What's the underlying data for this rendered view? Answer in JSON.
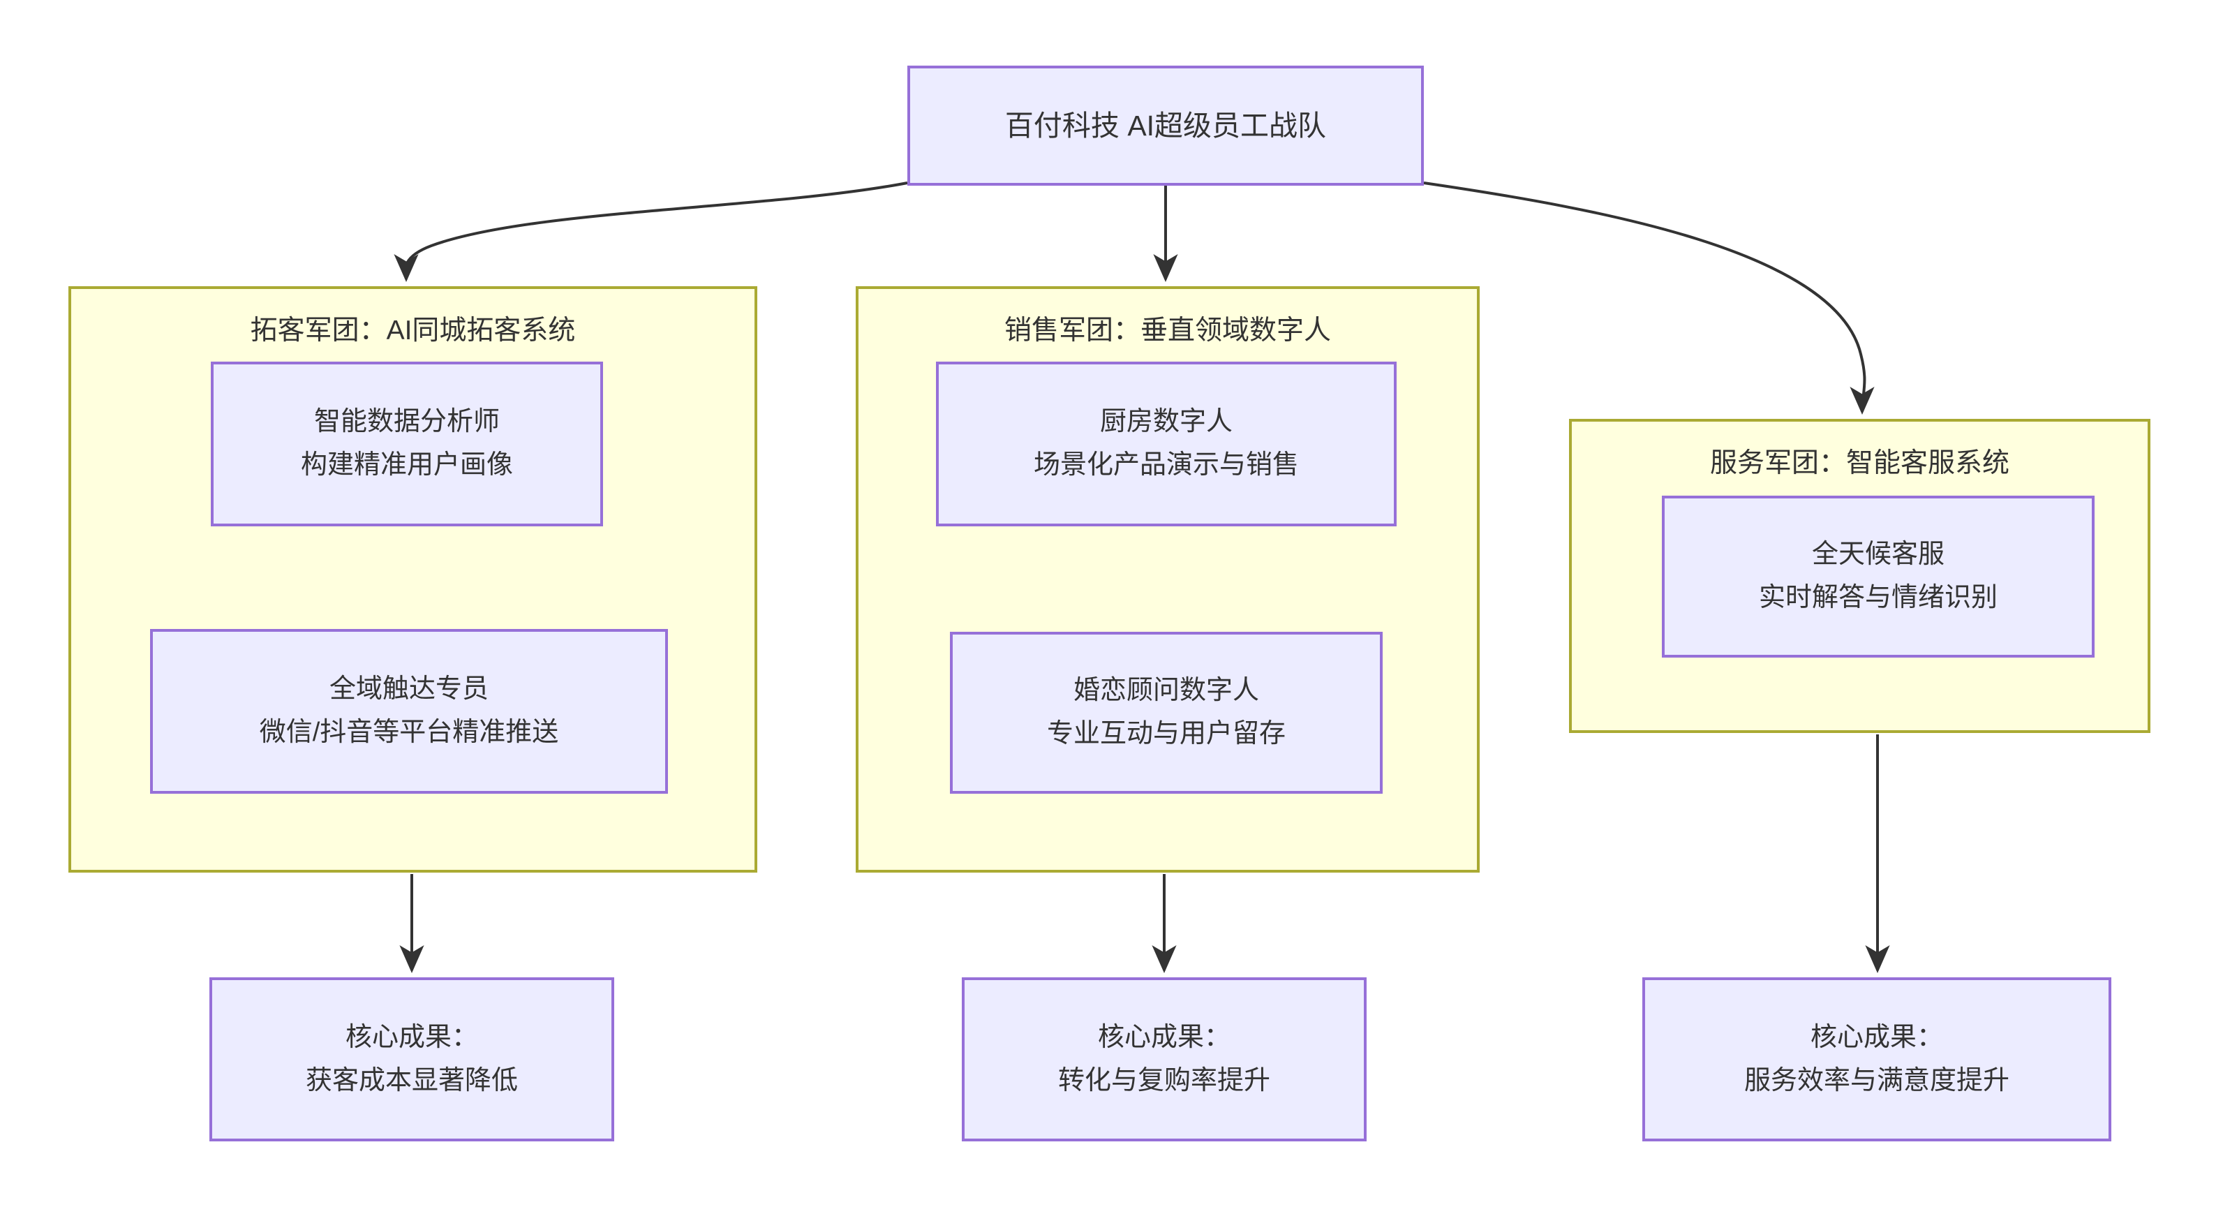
{
  "diagram": {
    "type": "flowchart",
    "direction": "top-down",
    "theme": {
      "node_fill": "#ececff",
      "node_border": "#9670d8",
      "subgraph_fill": "#ffffde",
      "subgraph_border": "#aaaa33",
      "edge_color": "#333333",
      "text_color": "#333333",
      "background": "#ffffff"
    },
    "root": {
      "label": "百付科技 AI超级员工战队"
    },
    "groups": [
      {
        "id": "expand",
        "title": "拓客军团：AI同城拓客系统",
        "nodes": [
          {
            "id": "analyst",
            "line1": "智能数据分析师",
            "line2": "构建精准用户画像"
          },
          {
            "id": "reach",
            "line1": "全域触达专员",
            "line2": "微信/抖音等平台精准推送"
          }
        ],
        "outcome": {
          "line1": "核心成果：",
          "line2": "获客成本显著降低"
        }
      },
      {
        "id": "sales",
        "title": "销售军团：垂直领域数字人",
        "nodes": [
          {
            "id": "kitchen",
            "line1": "厨房数字人",
            "line2": "场景化产品演示与销售"
          },
          {
            "id": "marriage",
            "line1": "婚恋顾问数字人",
            "line2": "专业互动与用户留存"
          }
        ],
        "outcome": {
          "line1": "核心成果：",
          "line2": "转化与复购率提升"
        }
      },
      {
        "id": "service",
        "title": "服务军团：智能客服系统",
        "nodes": [
          {
            "id": "support",
            "line1": "全天候客服",
            "line2": "实时解答与情绪识别"
          }
        ],
        "outcome": {
          "line1": "核心成果：",
          "line2": "服务效率与满意度提升"
        }
      }
    ],
    "edges": [
      {
        "from": "root",
        "to": "expand",
        "style": "curved",
        "arrow": "triangle"
      },
      {
        "from": "root",
        "to": "sales",
        "style": "straight",
        "arrow": "triangle"
      },
      {
        "from": "root",
        "to": "service",
        "style": "curved",
        "arrow": "triangle"
      },
      {
        "from": "expand",
        "to": "out-expand",
        "style": "straight",
        "arrow": "triangle"
      },
      {
        "from": "sales",
        "to": "out-sales",
        "style": "straight",
        "arrow": "triangle"
      },
      {
        "from": "service",
        "to": "out-service",
        "style": "straight",
        "arrow": "triangle"
      }
    ]
  }
}
